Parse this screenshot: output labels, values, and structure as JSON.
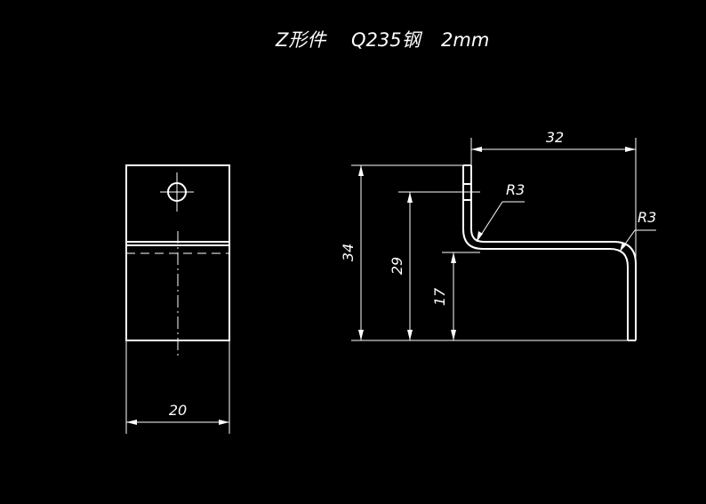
{
  "title": {
    "part_name": "Z形件",
    "material": "Q235钢",
    "thickness": "2mm"
  },
  "dimensions": {
    "width": "20",
    "length": "32",
    "height": "34",
    "hole_height": "29",
    "step_height": "17",
    "radius_upper": "R3",
    "radius_lower": "R3"
  },
  "colors": {
    "background": "#000000",
    "lines": "#ffffff"
  }
}
